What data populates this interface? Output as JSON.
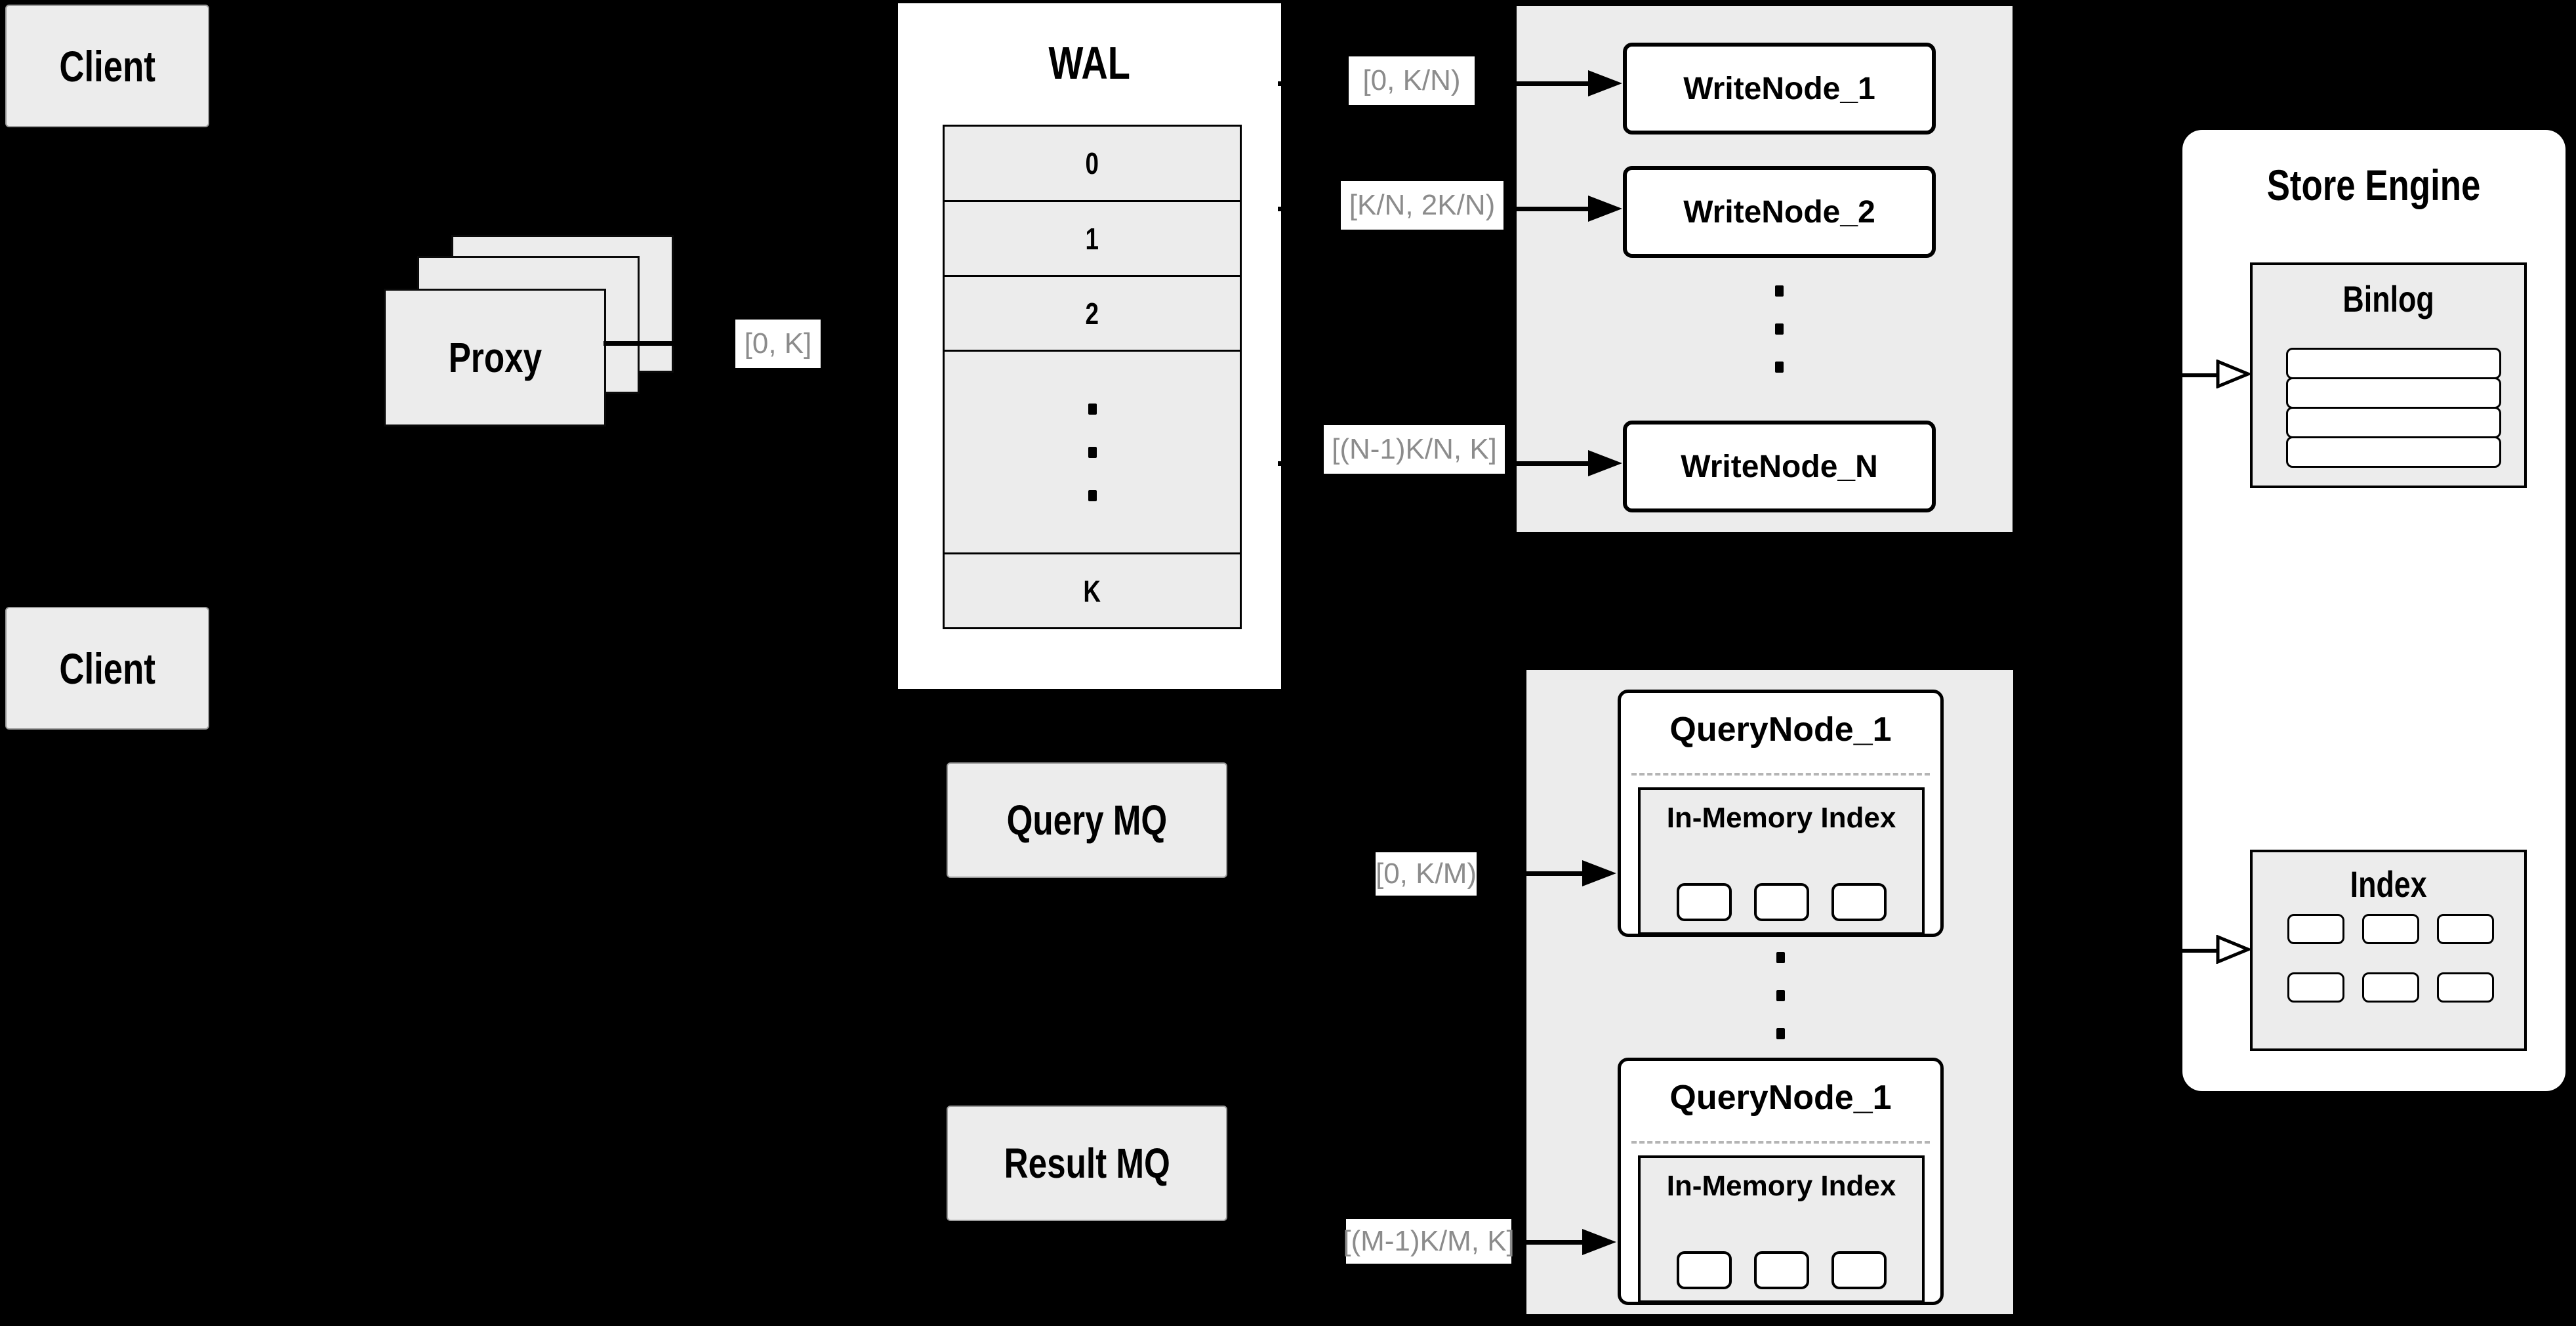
{
  "clients": {
    "top": "Client",
    "bottom": "Client"
  },
  "proxy": {
    "label": "Proxy"
  },
  "labels": {
    "proxy_range": "[0, K]",
    "write_ranges": [
      "[0,  K/N)",
      "[K/N, 2K/N)",
      "[(N-1)K/N,  K]"
    ],
    "query_ranges": [
      "[0, K/M)",
      "[(M-1)K/M, K]"
    ]
  },
  "wal": {
    "title": "WAL",
    "segments": [
      "0",
      "1",
      "2"
    ],
    "last_segment": "K"
  },
  "write_nodes": [
    "WriteNode_1",
    "WriteNode_2",
    "WriteNode_N"
  ],
  "mq": {
    "query": "Query MQ",
    "result": "Result MQ"
  },
  "query_nodes": [
    {
      "title": "QueryNode_1",
      "memory_title": "In-Memory Index"
    },
    {
      "title": "QueryNode_1",
      "memory_title": "In-Memory Index"
    }
  ],
  "store": {
    "title": "Store Engine",
    "binlog": "Binlog",
    "index": "Index"
  },
  "colors": {
    "background": "#000000",
    "panel": "#ececec",
    "box_fill": "#ececec",
    "node_fill": "#ffffff",
    "stroke": "#000000",
    "range_text": "#8c8c8c"
  }
}
